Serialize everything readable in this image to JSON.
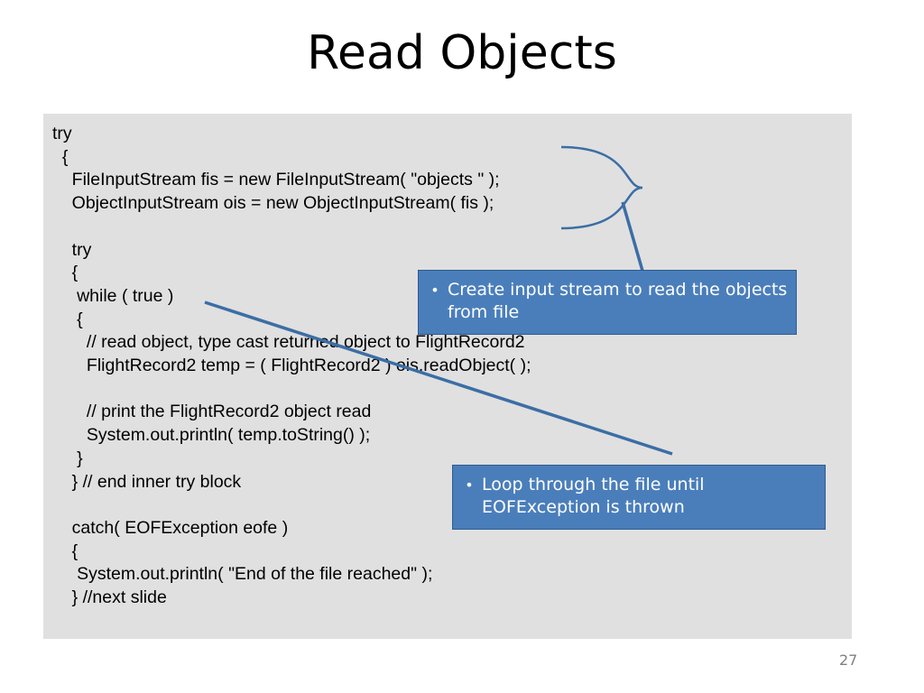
{
  "slide": {
    "title": "Read Objects",
    "page_number": "27",
    "code": "try\n  {\n    FileInputStream fis = new FileInputStream( \"objects \" );\n    ObjectInputStream ois = new ObjectInputStream( fis );\n\n    try\n    {\n     while ( true )\n     {\n       // read object, type cast returned object to FlightRecord2\n       FlightRecord2 temp = ( FlightRecord2 ) ois.readObject( );\n\n       // print the FlightRecord2 object read\n       System.out.println( temp.toString() );\n     }\n    } // end inner try block\n\n    catch( EOFException eofe )\n    {\n     System.out.println( \"End of the file reached\" );\n    } //next slide",
    "callouts": [
      {
        "id": "create-input-stream",
        "bullet": "•",
        "text": "Create input stream to read the objects from file"
      },
      {
        "id": "loop-until-eof",
        "bullet": "•",
        "text": "Loop through the file until EOFException is thrown"
      }
    ],
    "colors": {
      "callout_fill": "#4a7ebb",
      "callout_border": "#2f5b8f",
      "code_panel": "#e0e0e0",
      "connector": "#3b6ea5"
    }
  }
}
